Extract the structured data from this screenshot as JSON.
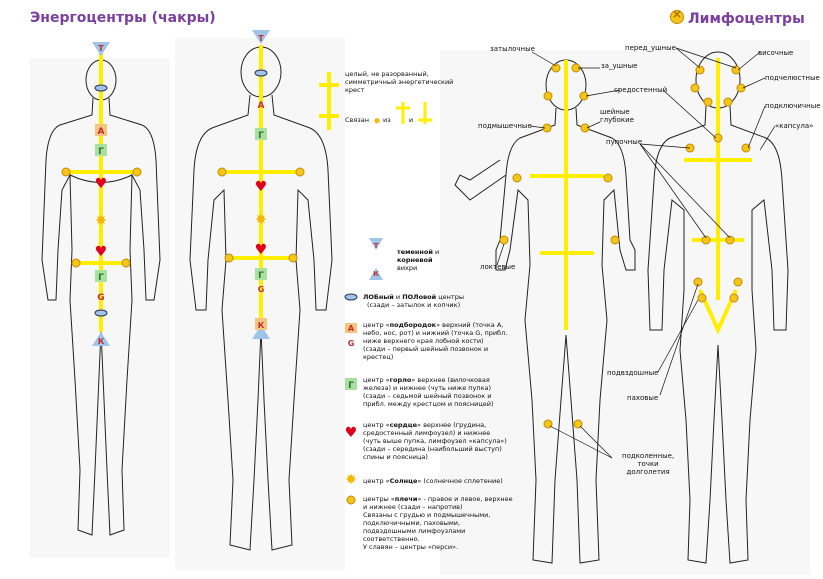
{
  "titles": {
    "left": "Энергоцентры (чакры)",
    "right": "Лимфоцентры"
  },
  "figure_letters": {
    "T": "Т",
    "A": "А",
    "G1": "Г",
    "G2": "G",
    "K": "К"
  },
  "cross_legend": {
    "line1": "целый, не разорванный,",
    "line2": "симметричный энергетический",
    "line3": "крест",
    "linked_prefix": "Связан",
    "linked_mid": "из",
    "linked_and": "и"
  },
  "legend": {
    "crown_bold": "теменной",
    "crown_and": "и",
    "crown_bold2": "корневой",
    "crown_tail": "вихри",
    "eye_bold1": "ЛОБный",
    "eye_and": "и",
    "eye_bold2": "ПОЛовой",
    "eye_tail": "центры",
    "eye_note": "(сзади – затылок и копчик)",
    "chin_pre": "центр «",
    "chin_bold": "подбородок",
    "chin_post": "» верхний (точка А,",
    "chin_l2": "небо, нос, рот) и нижний (точка G, прибл.",
    "chin_l3": "ниже верхнего края лобной кости)",
    "chin_l4": "(сзади – первый шейный позвонок и",
    "chin_l5": "крестец)",
    "throat_pre": "центр «",
    "throat_bold": "горло",
    "throat_post": "» верхнее (вилочковая",
    "throat_l2": "железа) и нижнее (чуть ниже пупка)",
    "throat_l3": "(сзади – седьмой шейный позвонок и",
    "throat_l4": "прибл. между крестцом и поясницей)",
    "heart_pre": "центр «",
    "heart_bold": "сердце",
    "heart_post": "» верхнее (грудина,",
    "heart_l2": "средостенный лимфоузел) и нижнее",
    "heart_l3": "(чуть выше пупка, лимфоузел «капсула»)",
    "heart_l4": "(сзади – середина (наибольший выступ)",
    "heart_l5": "спины и поясница)",
    "sun_pre": "центр «",
    "sun_bold": "Солнце",
    "sun_post": "» (солнечное  сплетение)",
    "shoulder_pre": "центры «",
    "shoulder_bold": "плечи",
    "shoulder_post": "» - правое и левое, верхнее",
    "shoulder_l2": "и нижнее (сзади – напротив)",
    "shoulder_l3": "Связаны с грудью и подмышечными,",
    "shoulder_l4": "подключичными, паховыми,",
    "shoulder_l5": "подвздошными лимфоузлами",
    "shoulder_l6": "соответственно.",
    "shoulder_l7": "У славян – центры «перси»."
  },
  "lymph_labels": {
    "occipital": "затылочные",
    "behind_ear": "за_ушные",
    "front_ear": "перед_ушные",
    "temporal": "височные",
    "submandibular": "подчелюстные",
    "mediastinal": "средостенный",
    "subclavian": "подключичные",
    "axillary": "подмышечные",
    "deep_cervical1": "шейные",
    "deep_cervical2": "глубокие",
    "capsule": "«капсула»",
    "navel": "пупочные",
    "elbow": "локтевые",
    "iliac": "подвздошные",
    "inguinal": "паховые",
    "popliteal1": "подколенные,",
    "popliteal2": "точки",
    "popliteal3": "долголетия"
  },
  "colors": {
    "title": "#7b3fa0",
    "cross": "#ffee00",
    "point": "#f5c518",
    "heart": "#e0001b",
    "cone": "#9fc4e8",
    "letter_bg": "#f5c580",
    "green_bg": "#a8e0a0"
  }
}
